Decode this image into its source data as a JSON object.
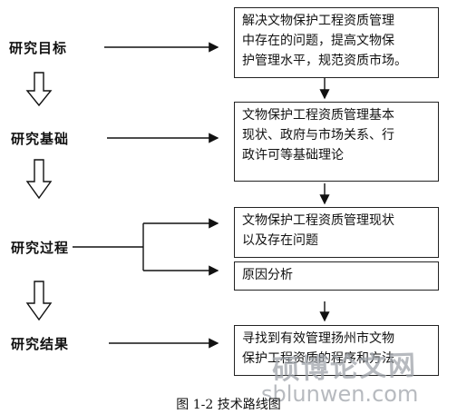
{
  "stages": [
    {
      "label": "研究目标"
    },
    {
      "label": "研究基础"
    },
    {
      "label": "研究过程"
    },
    {
      "label": "研究结果"
    }
  ],
  "boxes": [
    {
      "lines": [
        "解决文物保护工程资质管理",
        "中存在的问题，提高文物保",
        "护管理水平，规范资质市场。"
      ]
    },
    {
      "lines": [
        "文物保护工程资质管理基本",
        "现状、政府与市场关系、行",
        "政许可等基础理论"
      ]
    },
    {
      "lines": [
        "文物保护工程资质管理现状",
        "以及存在问题"
      ]
    },
    {
      "lines": [
        "原因分析"
      ]
    },
    {
      "lines": [
        "寻找到有效管理扬州市文物",
        "保护工程资质的程序和方法"
      ]
    }
  ],
  "caption": "图 1-2 技术路线图",
  "watermark": {
    "cn": "硕博论文网",
    "url": "sblunwen.com"
  }
}
